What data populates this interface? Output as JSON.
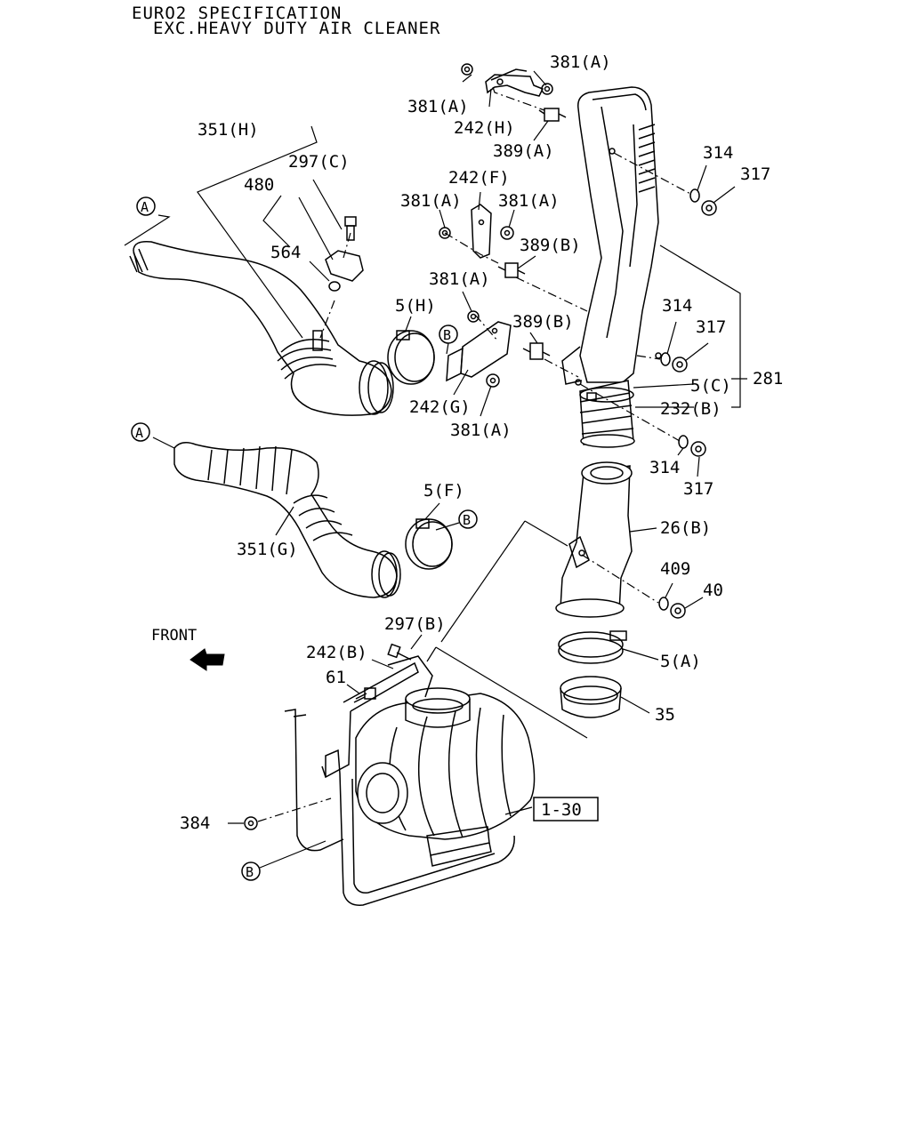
{
  "header": {
    "line1": "EURO2 SPECIFICATION",
    "line2": "EXC.HEAVY DUTY AIR CLEANER"
  },
  "labels": {
    "p381a_1": "381(A)",
    "p381a_2": "381(A)",
    "p242h": "242(H)",
    "p389a": "389(A)",
    "p314_1": "314",
    "p317_1": "317",
    "p351h": "351(H)",
    "p297c": "297(C)",
    "p480": "480",
    "p564": "564",
    "p242f": "242(F)",
    "p381a_3": "381(A)",
    "p381a_4": "381(A)",
    "p389b_1": "389(B)",
    "p381a_5": "381(A)",
    "p5h": "5(H)",
    "p389b_2": "389(B)",
    "p314_2": "314",
    "p317_2": "317",
    "p5c": "5(C)",
    "p281": "281",
    "p232b": "232(B)",
    "p242g": "242(G)",
    "p381a_6": "381(A)",
    "p314_3": "314",
    "p317_3": "317",
    "p5f": "5(F)",
    "p26b": "26(B)",
    "p351g": "351(G)",
    "p409": "409",
    "p40": "40",
    "p297b": "297(B)",
    "p242b": "242(B)",
    "p61": "61",
    "p5a": "5(A)",
    "p35": "35",
    "p384": "384",
    "ref_box": "1-30",
    "front": "FRONT",
    "circA_1": "A",
    "circA_2": "A",
    "circB_1": "B",
    "circB_2": "B",
    "circB_3": "B"
  }
}
